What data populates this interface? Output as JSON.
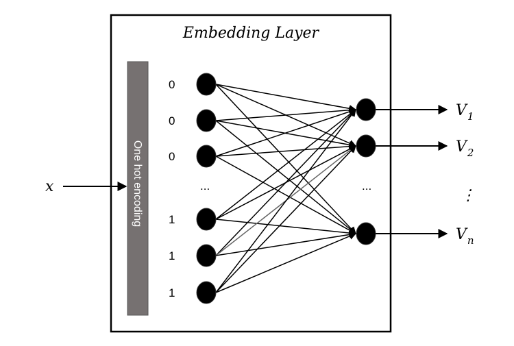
{
  "title": "Embedding Layer",
  "input_variable": "x",
  "encoding_label": "One hot encoding",
  "input_bits": [
    "0",
    "0",
    "0",
    "1",
    "1",
    "1"
  ],
  "input_ellipsis": "...",
  "output_ellipsis": "...",
  "vertical_ellipsis": "⋮",
  "outputs": [
    {
      "symbol": "V",
      "subscript": "1"
    },
    {
      "symbol": "V",
      "subscript": "2"
    },
    {
      "symbol": "V",
      "subscript": "n"
    }
  ],
  "colors": {
    "node": "#000000",
    "encoding_bar": "#767171",
    "border": "#000000"
  }
}
